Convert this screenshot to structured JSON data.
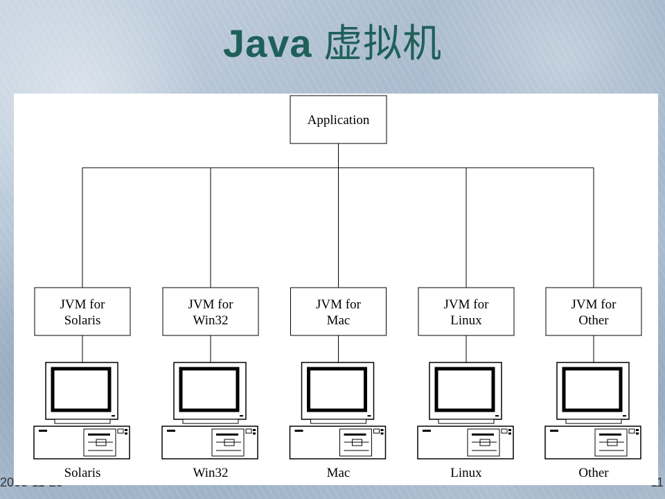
{
  "slide": {
    "title_latin": "Java",
    "title_cjk": "虚拟机",
    "footer_date": "2005-11-20",
    "footer_page": "11"
  },
  "diagram": {
    "root": "Application",
    "jvms": [
      {
        "line1": "JVM for",
        "line2": "Solaris",
        "platform": "Solaris"
      },
      {
        "line1": "JVM for",
        "line2": "Win32",
        "platform": "Win32"
      },
      {
        "line1": "JVM for",
        "line2": "Mac",
        "platform": "Mac"
      },
      {
        "line1": "JVM for",
        "line2": "Linux",
        "platform": "Linux"
      },
      {
        "line1": "JVM for",
        "line2": "Other",
        "platform": "Other"
      }
    ]
  }
}
